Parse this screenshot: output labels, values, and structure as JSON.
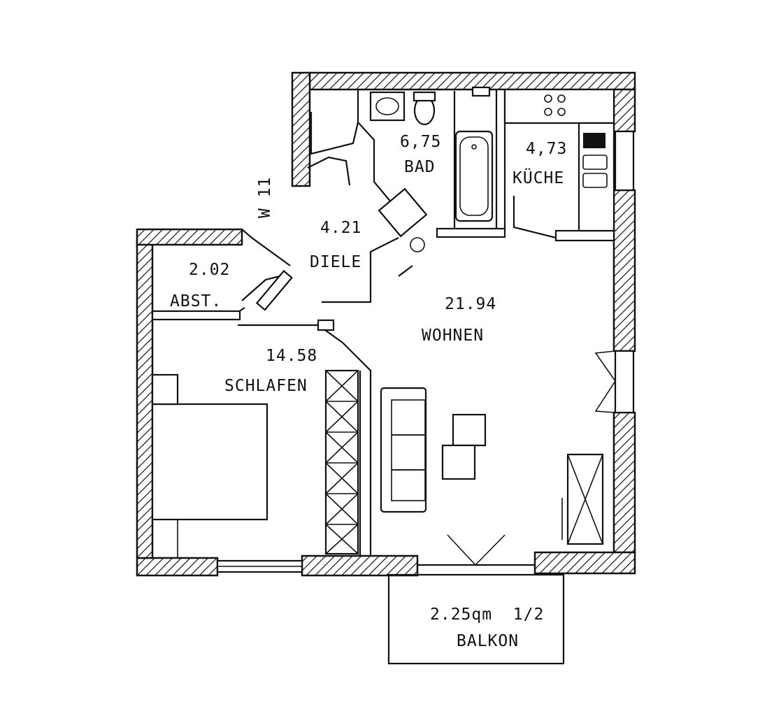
{
  "plan": {
    "rooms": [
      {
        "id": "bad",
        "area": "6,75",
        "name": "BAD"
      },
      {
        "id": "kueche",
        "area": "4,73",
        "name": "KÜCHE"
      },
      {
        "id": "diele",
        "area": "4.21",
        "name": "DIELE"
      },
      {
        "id": "abst",
        "area": "2.02",
        "name": "ABST."
      },
      {
        "id": "wohnen",
        "area": "21.94",
        "name": "WOHNEN"
      },
      {
        "id": "schlafen",
        "area": "14.58",
        "name": "SCHLAFEN"
      }
    ],
    "balkon": {
      "area": "2.25qm  1/2",
      "name": "BALKON"
    },
    "door_code": "W 11"
  }
}
